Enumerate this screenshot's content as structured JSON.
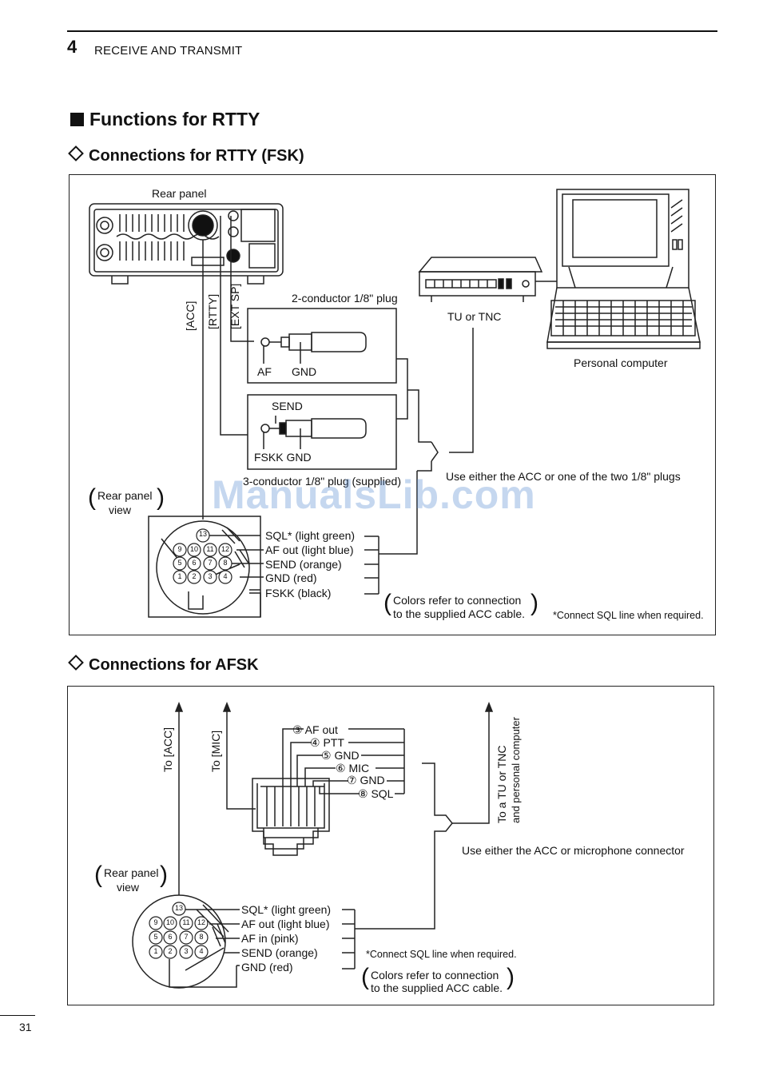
{
  "header": {
    "chapter_number": "4",
    "chapter_title": "RECEIVE AND TRANSMIT"
  },
  "section": {
    "title": "Functions for RTTY"
  },
  "fsk": {
    "title": "Connections for RTTY (FSK)",
    "rear_panel": "Rear panel",
    "labels_vertical": {
      "acc": "[ACC]",
      "rtty": "[RTTY]",
      "ext_sp": "[EXT SP]"
    },
    "plug2_title": "2-conductor 1/8\" plug",
    "plug2_af": "AF",
    "plug2_gnd": "GND",
    "plug3_send": "SEND",
    "plug3_fskk_gnd": "FSKK GND",
    "plug3_title": "3-conductor 1/8\" plug (supplied)",
    "tu_tnc": "TU or TNC",
    "personal_computer": "Personal computer",
    "use_either": "Use either the ACC or one of the two 1/8\" plugs",
    "rear_panel_view_1": "Rear panel",
    "rear_panel_view_2": "view",
    "pins": [
      "SQL* (light green)",
      "AF out (light blue)",
      "SEND (orange)",
      "GND (red)",
      "FSKK (black)"
    ],
    "pin_numbers": {
      "top": "13",
      "row1": [
        "9",
        "10",
        "11",
        "12"
      ],
      "row2": [
        "5",
        "6",
        "7",
        "8"
      ],
      "row3": [
        "1",
        "2",
        "3",
        "4"
      ]
    },
    "colors_note_1": "Colors refer to connection",
    "colors_note_2": "to the supplied ACC cable.",
    "sql_note": "*Connect SQL line when required."
  },
  "afsk": {
    "title": "Connections for AFSK",
    "to_acc": "To [ACC]",
    "to_mic": "To [MIC]",
    "mic_pins": [
      "③ AF out",
      "④ PTT",
      "⑤ GND",
      "⑥ MIC",
      "⑦ GND",
      "⑧ SQL"
    ],
    "to_tu_1": "To a TU or TNC",
    "to_tu_2": "and personal computer",
    "use_either": "Use either the ACC or microphone connector",
    "rear_panel_view_1": "Rear panel",
    "rear_panel_view_2": "view",
    "pins": [
      "SQL* (light green)",
      "AF out (light blue)",
      "AF in (pink)",
      "SEND (orange)",
      "GND (red)"
    ],
    "sql_note": "*Connect SQL line when required.",
    "colors_note_1": "Colors refer to connection",
    "colors_note_2": "to the supplied ACC cable."
  },
  "watermark": "ManualsLib.com",
  "page_number": "31"
}
